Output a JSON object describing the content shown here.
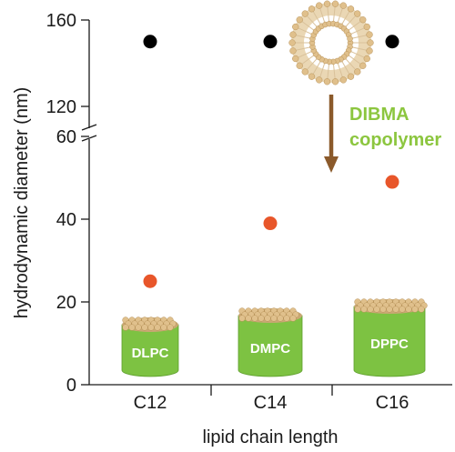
{
  "chart_data": {
    "type": "scatter",
    "title": "",
    "xlabel": "lipid chain length",
    "ylabel": "hydrodynamic diameter (nm)",
    "categories": [
      "C12",
      "C14",
      "C16"
    ],
    "y_axis": {
      "broken": true,
      "lower_segment": {
        "range": [
          0,
          60
        ],
        "ticks": [
          0,
          20,
          40,
          60
        ]
      },
      "upper_segment": {
        "range": [
          120,
          160
        ],
        "ticks": [
          120,
          160
        ]
      }
    },
    "series": [
      {
        "color": "#000000",
        "values": [
          150,
          150,
          150
        ]
      },
      {
        "color": "#e8562a",
        "values": [
          25,
          39,
          49
        ]
      }
    ],
    "annotations": {
      "arrow_label_line1": "DIBMA",
      "arrow_label_line2": "copolymer",
      "nanodisc_labels": [
        "DLPC",
        "DMPC",
        "DPPC"
      ]
    },
    "colors": {
      "arrow": "#8b5a2b",
      "disc_green": "#7dc242",
      "lipid_head": "#e0c08c",
      "annotation_text": "#8cc63f"
    }
  }
}
